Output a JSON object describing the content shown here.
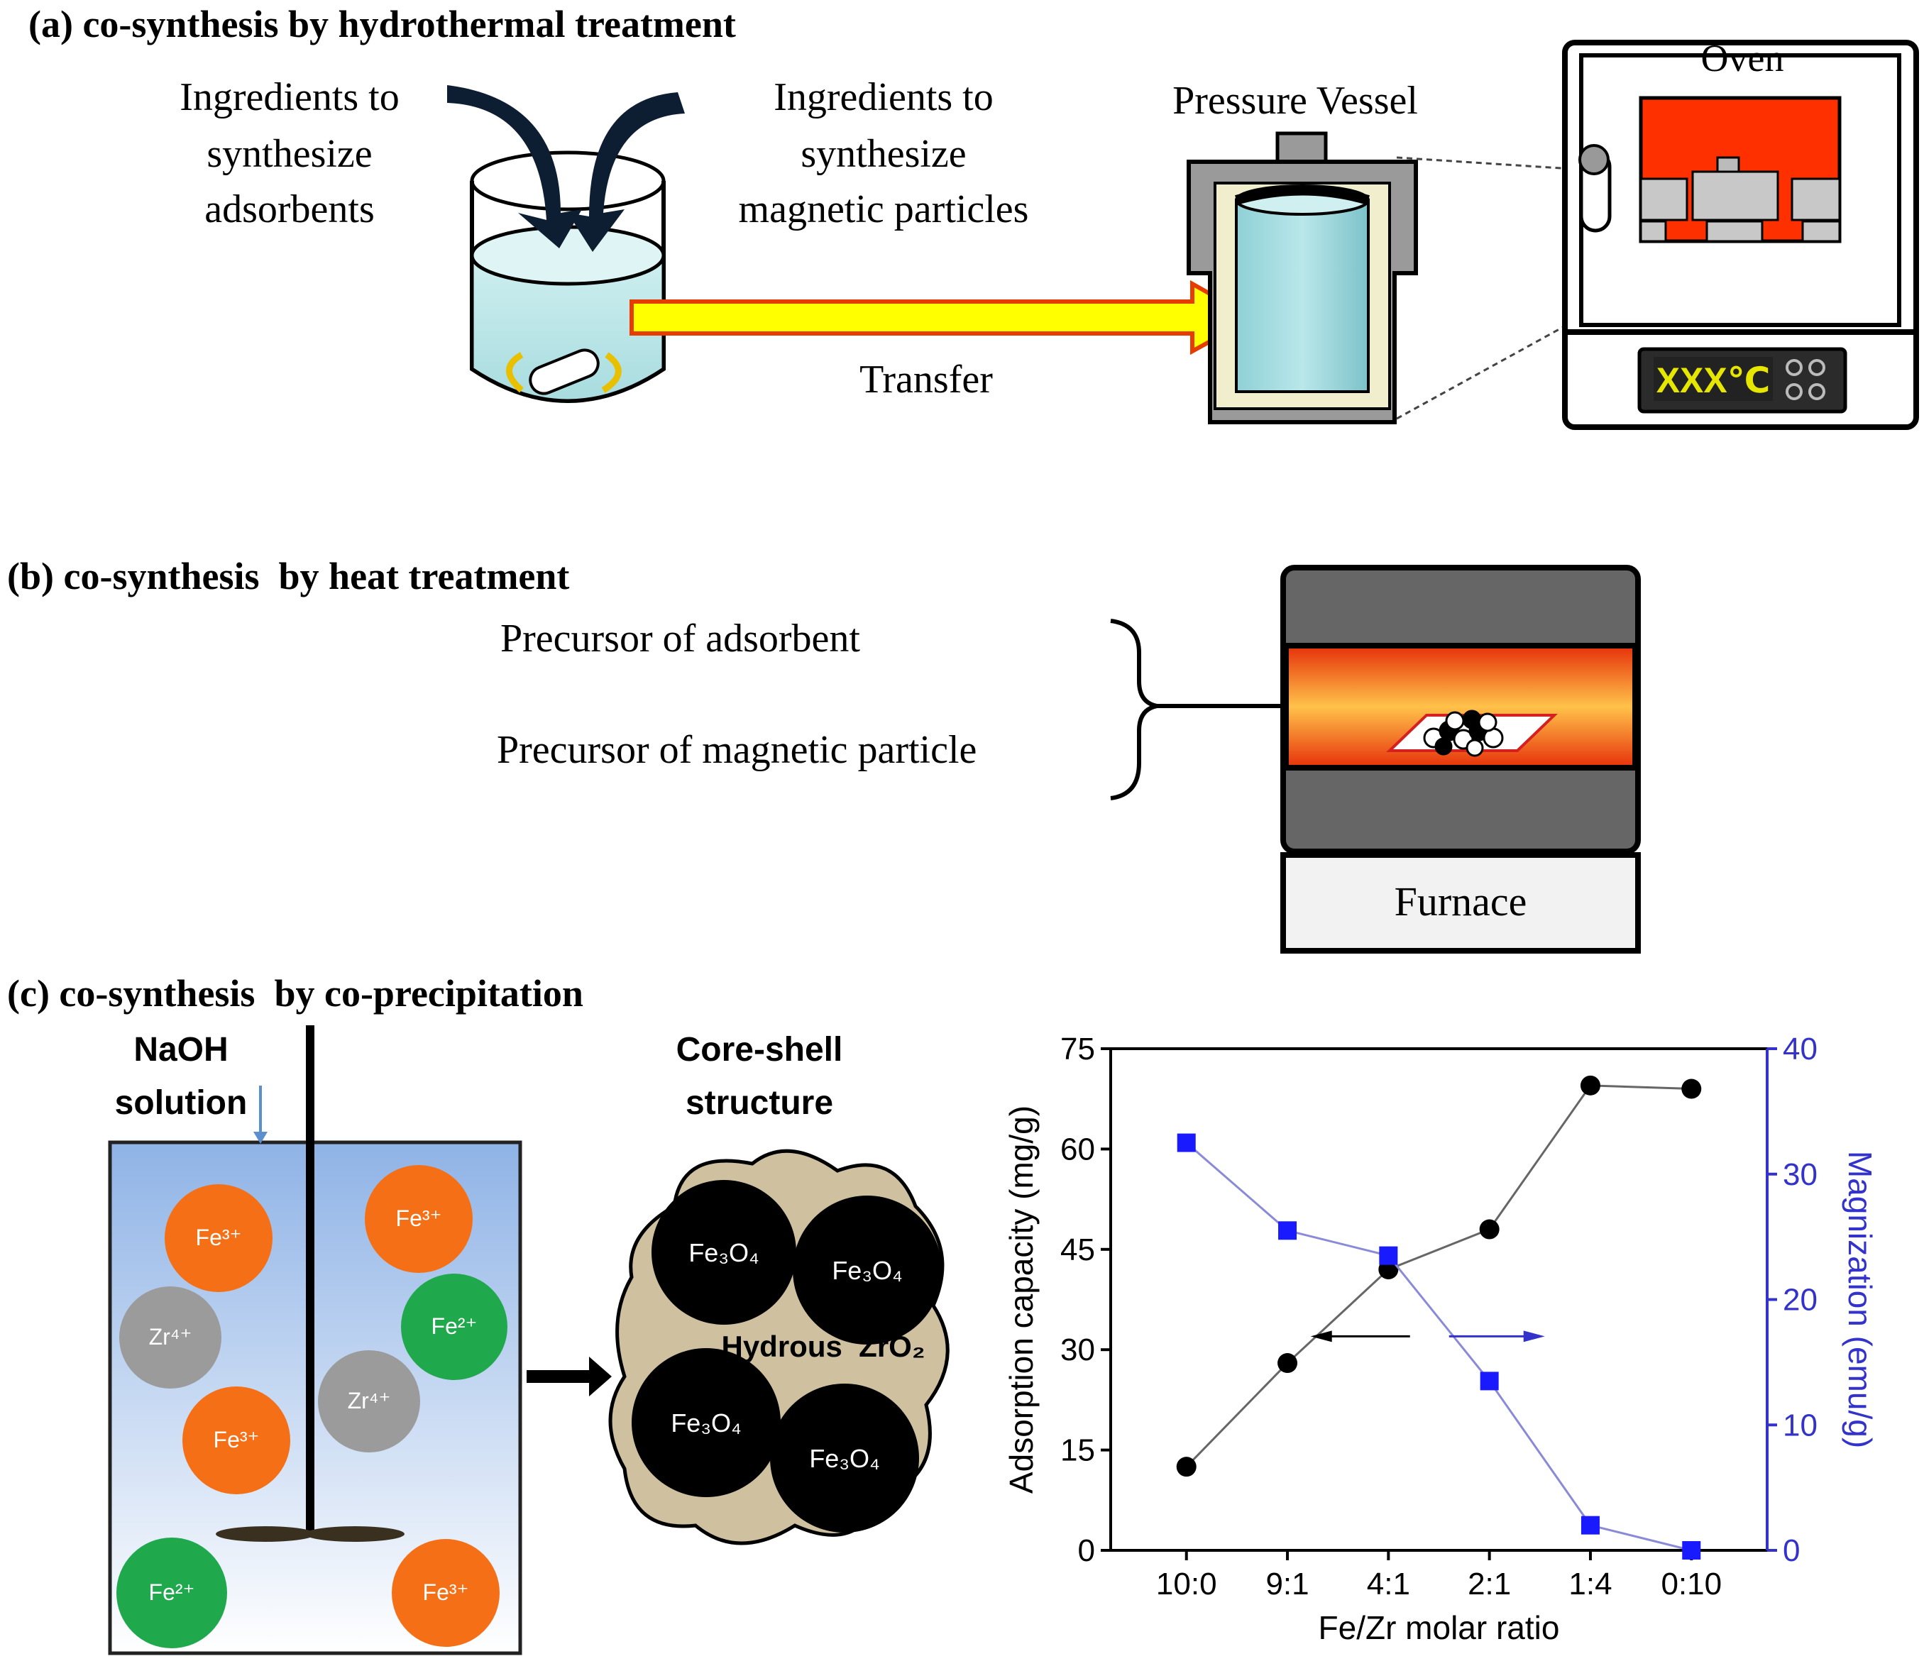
{
  "panel_a": {
    "title": "(a) co-synthesis by hydrothermal treatment",
    "ingredients_adsorbents": [
      "Ingredients to",
      "synthesize",
      "adsorbents"
    ],
    "ingredients_magnetic": [
      "Ingredients to",
      "synthesize",
      "magnetic particles"
    ],
    "pressure_vessel_label": "Pressure Vessel",
    "oven_label": "Oven",
    "transfer_label": "Transfer",
    "oven_display": "XXX℃"
  },
  "panel_b": {
    "title": "(b) co-synthesis  by heat treatment",
    "precursor_adsorbent": "Precursor of adsorbent",
    "precursor_magnetic": "Precursor of magnetic particle",
    "furnace_label": "Furnace"
  },
  "panel_c": {
    "title": "(c) co-synthesis  by co-precipitation",
    "naoh_label": [
      "NaOH",
      "solution"
    ],
    "core_shell_label": [
      "Core-shell",
      "structure"
    ],
    "ions": [
      "Fe³⁺",
      "Fe³⁺",
      "Zr⁴⁺",
      "Fe²⁺",
      "Fe³⁺",
      "Zr⁴⁺",
      "Fe²⁺",
      "Fe³⁺"
    ],
    "core": "Fe₃O₄",
    "shell": "Hydrous  ZrO₂"
  },
  "chart_data": {
    "type": "line",
    "categories": [
      "10:0",
      "9:1",
      "4:1",
      "2:1",
      "1:4",
      "0:10"
    ],
    "xlabel": "Fe/Zr molar ratio",
    "ylabel": "Adsorption capacity (mg/g)",
    "y2label": "Magnization (emu/g)",
    "ylim": [
      0,
      75
    ],
    "y2lim": [
      0,
      40
    ],
    "yticks": [
      0,
      15,
      30,
      45,
      60,
      75
    ],
    "y2ticks": [
      0,
      10,
      20,
      30,
      40
    ],
    "series": [
      {
        "axis": "left",
        "color": "#000000",
        "marker": "circle",
        "values": [
          12.5,
          28,
          42,
          48,
          69.5,
          69
        ]
      },
      {
        "axis": "right",
        "color": "#1a1aff",
        "marker": "square",
        "values": [
          32.5,
          25.5,
          23.5,
          13.5,
          2,
          0
        ]
      }
    ],
    "colors": {
      "left_axis": "#000000",
      "right_axis": "#3333cc",
      "line_left": "#666666",
      "line_right": "#8a8ad8"
    }
  }
}
